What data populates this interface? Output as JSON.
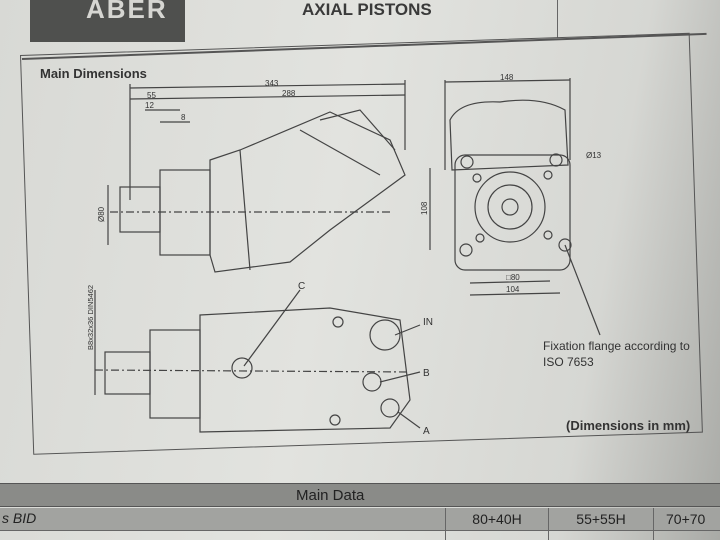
{
  "header": {
    "brand": "ABER",
    "title": "AXIAL PISTONS"
  },
  "section": {
    "title": "Main Dimensions"
  },
  "drawing": {
    "side_dims": [
      "343",
      "55",
      "288",
      "12",
      "8"
    ],
    "shaft_diameter": "Ø80",
    "spline": "B8x32x36 DIN5462",
    "front_dims": {
      "width": "148",
      "hole": "Ø13",
      "height": "108",
      "square": "□80",
      "bolt": "104"
    },
    "ports": {
      "c": "C",
      "in": "IN",
      "b": "B",
      "a": "A"
    },
    "note": "Fixation flange according to ISO 7653",
    "units": "(Dimensions in mm)"
  },
  "table": {
    "title": "Main Data",
    "row_label": "s BID",
    "columns": [
      "80+40H",
      "55+55H",
      "70+70"
    ]
  }
}
